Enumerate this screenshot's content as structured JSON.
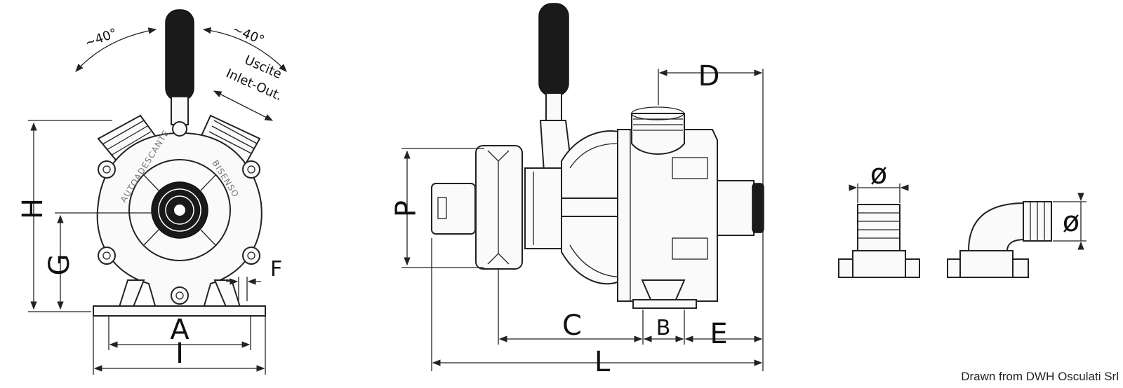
{
  "labels": {
    "angle_left": "~40°",
    "angle_right": "~40°",
    "outlets_line1": "Uscite",
    "outlets_line2": "Inlet-Out.",
    "emboss_left": "AUTOADESCANTE",
    "emboss_right": "BISENSO",
    "A": "A",
    "B": "B",
    "C": "C",
    "D": "D",
    "E": "E",
    "F": "F",
    "G": "G",
    "H": "H",
    "I": "I",
    "L": "L",
    "P": "P",
    "dia_left": "ø",
    "dia_right": "ø"
  },
  "credit": "Drawn from DWH Osculati Srl",
  "colors": {
    "line": "#222222",
    "handle": "#1a1a1a",
    "background": "#ffffff"
  }
}
